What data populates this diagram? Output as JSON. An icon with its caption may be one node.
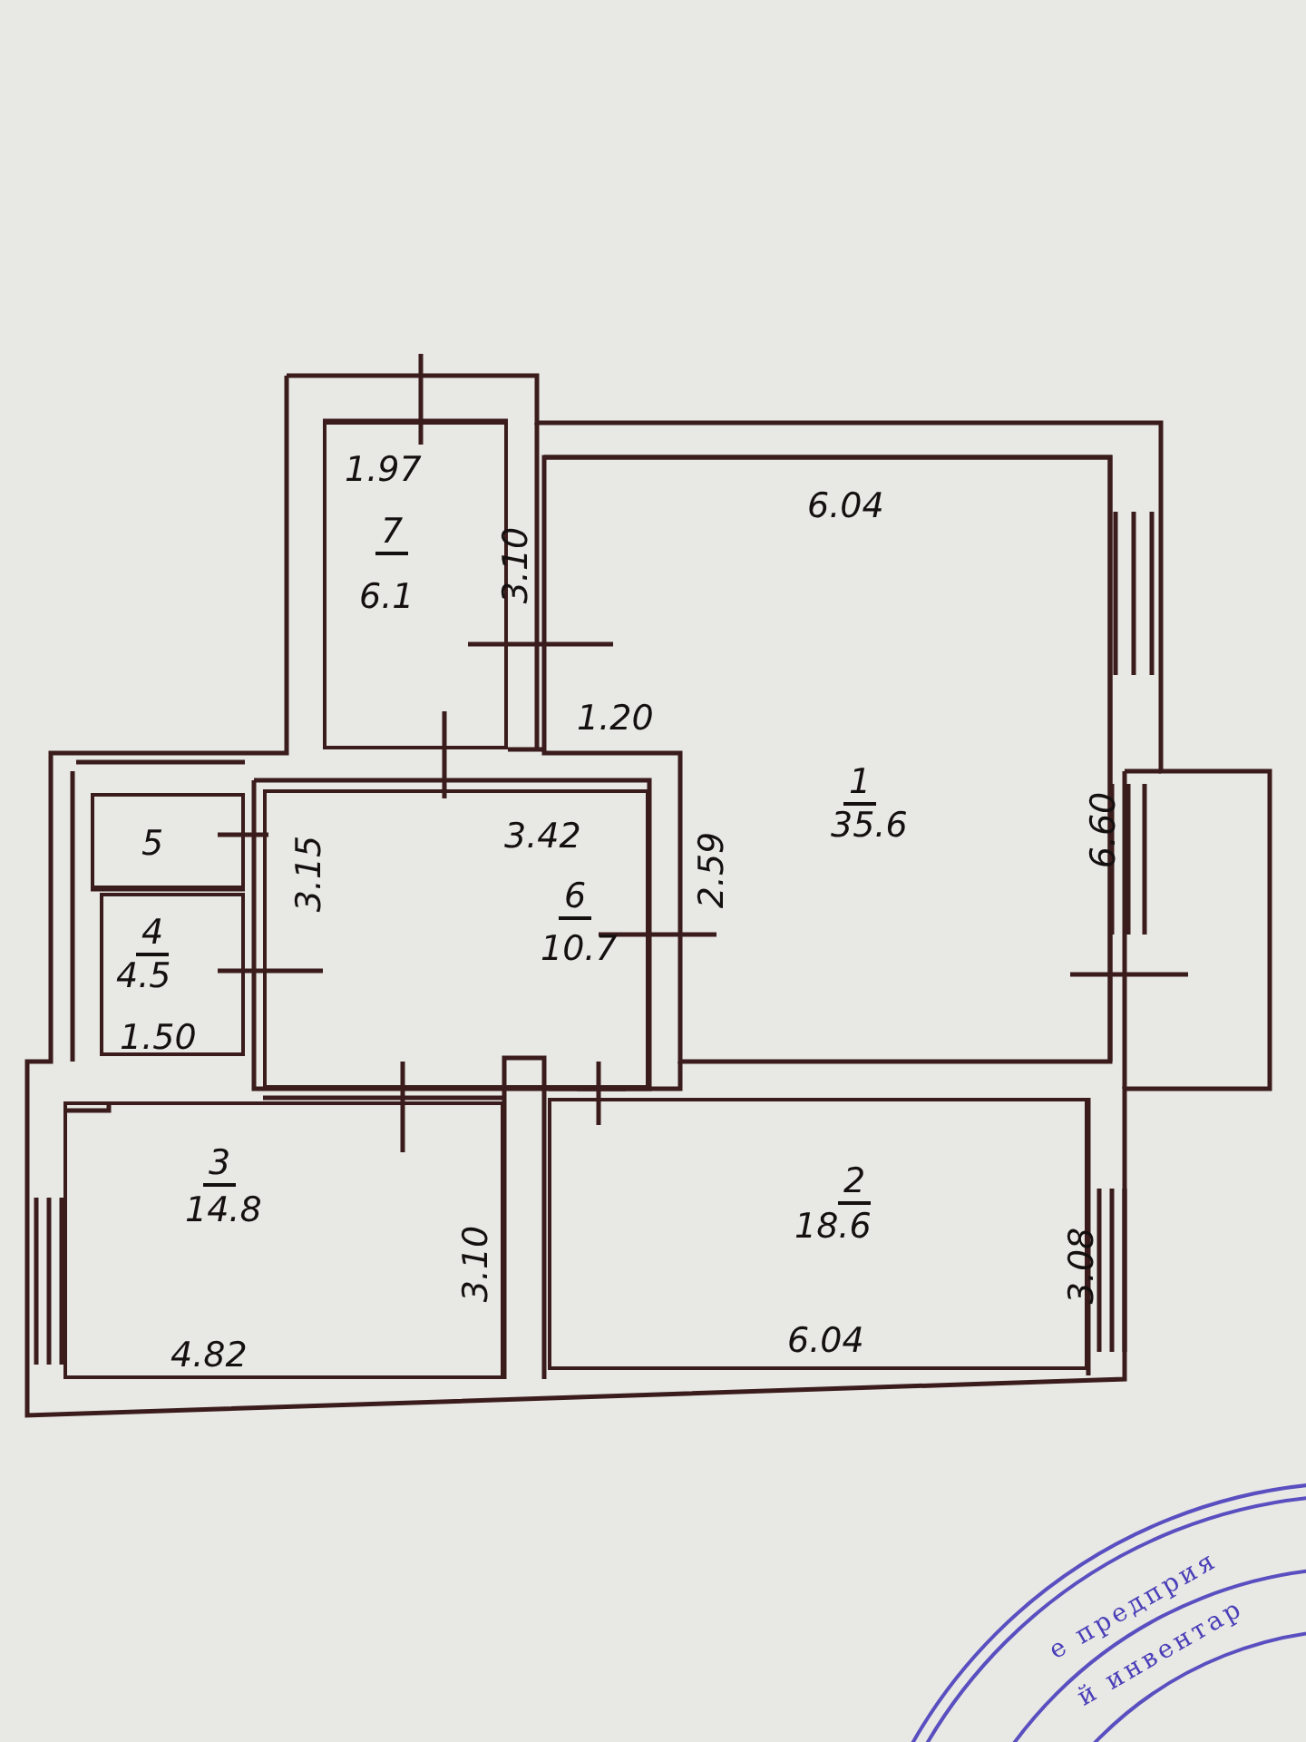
{
  "diagram": {
    "nodes": [
      {
        "text": [
          "1.97",
          "7",
          "3.10",
          "6.1"
        ]
      },
      {
        "text": [
          "6.04",
          "1.20",
          "1",
          "35.6",
          "2.59",
          "6.60"
        ]
      },
      {
        "text": [
          "5"
        ]
      },
      {
        "text": [
          "3.42",
          "3.15",
          "6",
          "10.7"
        ]
      },
      {
        "text": [
          "4",
          "4.5",
          "1.50"
        ]
      },
      {
        "text": [
          "3",
          "14.8",
          "3.10",
          "4.82"
        ]
      },
      {
        "text": [
          "2",
          "18.6",
          "3.08",
          "6.04"
        ]
      }
    ],
    "labels": [
      "е предприя",
      "й инвентар"
    ]
  }
}
